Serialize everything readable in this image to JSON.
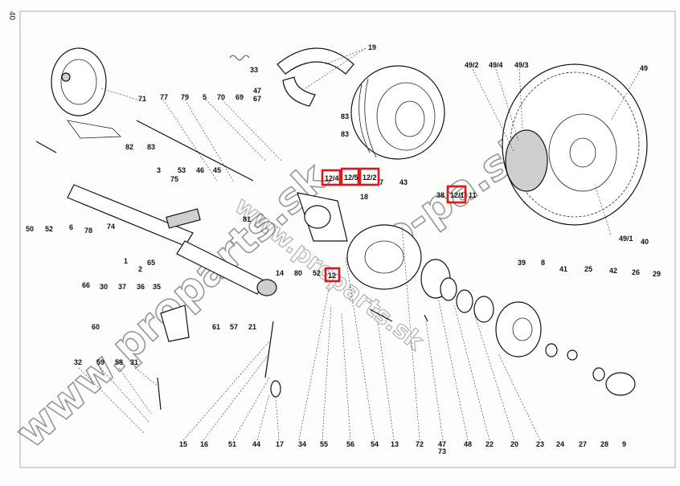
{
  "page": {
    "page_number": "40"
  },
  "watermarks": {
    "main": "www.proparts.sk",
    "brand": "ro-pa.sk",
    "mid": "www.proparts.sk"
  },
  "labels": {
    "l33": "33",
    "l19": "19",
    "l71": "71",
    "l77": "77",
    "l79": "79",
    "l5": "5",
    "l70": "70",
    "l69": "69",
    "l47": "47",
    "l67": "67",
    "l83a": "83",
    "l83b": "83",
    "l82": "82",
    "l83c": "83",
    "l3": "3",
    "l53": "53",
    "l46": "46",
    "l45": "45",
    "l75": "75",
    "l7": "7",
    "l43": "43",
    "l38": "38",
    "l11": "11",
    "l18": "18",
    "l81": "81",
    "l50": "50",
    "l52": "52",
    "l6": "6",
    "l78": "78",
    "l74": "74",
    "l1": "1",
    "l2": "2",
    "l65": "65",
    "l66": "66",
    "l30": "30",
    "l37": "37",
    "l36": "36",
    "l35": "35",
    "l60": "60",
    "l61": "61",
    "l57": "57",
    "l21": "21",
    "l14": "14",
    "l80": "80",
    "l52b": "52",
    "l39": "39",
    "l8": "8",
    "l41": "41",
    "l25": "25",
    "l42": "42",
    "l26": "26",
    "l29": "29",
    "l40": "40",
    "l49": "49",
    "l49_2": "49/2",
    "l49_4": "49/4",
    "l49_3": "49/3",
    "l49_1": "49/1",
    "l32": "32",
    "l59": "59",
    "l58": "58",
    "l31": "31",
    "l15": "15",
    "l16": "16",
    "l51": "51",
    "l44": "44",
    "l17": "17",
    "l34": "34",
    "l55": "55",
    "l56": "56",
    "l54": "54",
    "l13": "13",
    "l72": "72",
    "l47b": "47",
    "l73": "73",
    "l48": "48",
    "l22": "22",
    "l20": "20",
    "l23": "23",
    "l24": "24",
    "l27": "27",
    "l28": "28",
    "l9": "9"
  },
  "highlighted_labels": {
    "h12_4": "12/4",
    "h12_5": "12/5",
    "h12_2": "12/2",
    "h12_1": "12/1",
    "h12": "12"
  },
  "colors": {
    "highlight": "#e3141b",
    "ink": "#111111",
    "paper": "#fdfdfb"
  }
}
